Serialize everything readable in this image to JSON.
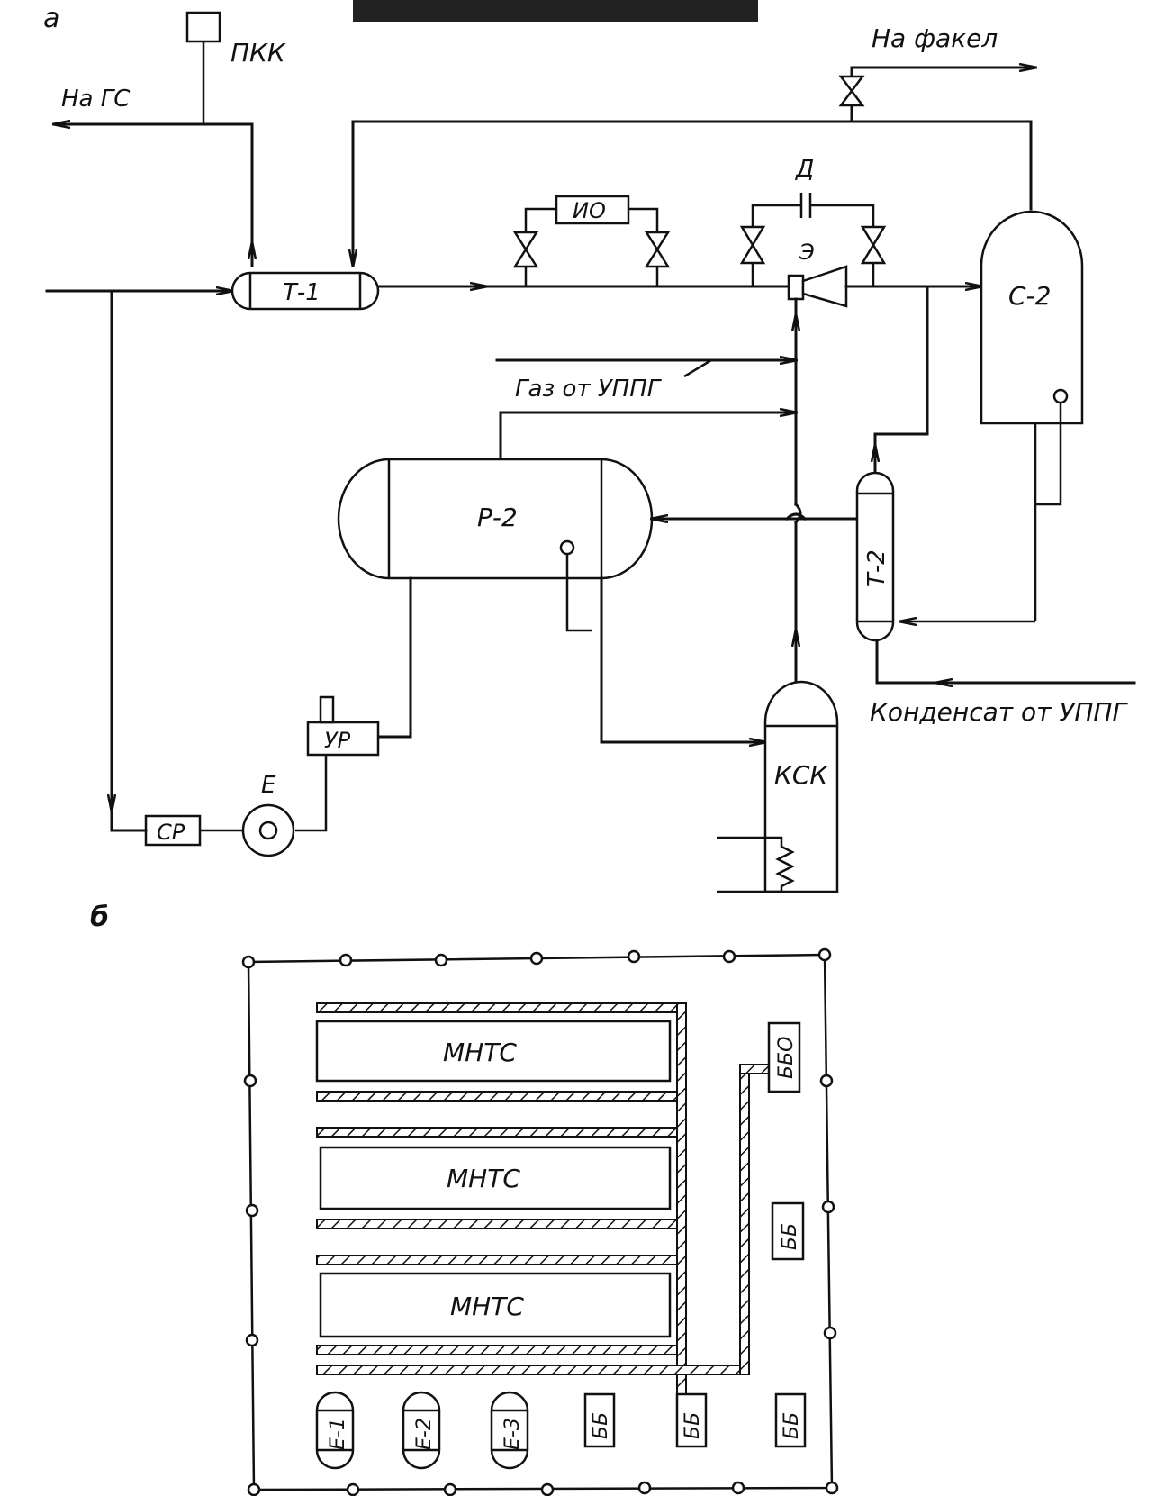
{
  "part_a": {
    "letter": "а",
    "pkk": "ПКК",
    "na_gs": "На ГС",
    "na_fakel": "На факел",
    "t1": "Т-1",
    "io": "ИО",
    "d": "Д",
    "e_ejector": "Э",
    "c2": "С-2",
    "gaz_ot_uppg": "Газ от УППГ",
    "r2": "Р-2",
    "t2": "Т-2",
    "kondensat": "Конденсат от УППГ",
    "ksk": "КСК",
    "ur": "УР",
    "e_pump": "Е",
    "cr": "СР"
  },
  "part_b": {
    "letter": "б",
    "mnts1": "МНТС",
    "mnts2": "МНТС",
    "mnts3": "МНТС",
    "bbo": "ББО",
    "bb_right": "ББ",
    "e1": "Е-1",
    "e2": "Е-2",
    "e3": "Е-3",
    "bb1": "ББ",
    "bb2": "ББ",
    "bb3": "ББ"
  }
}
